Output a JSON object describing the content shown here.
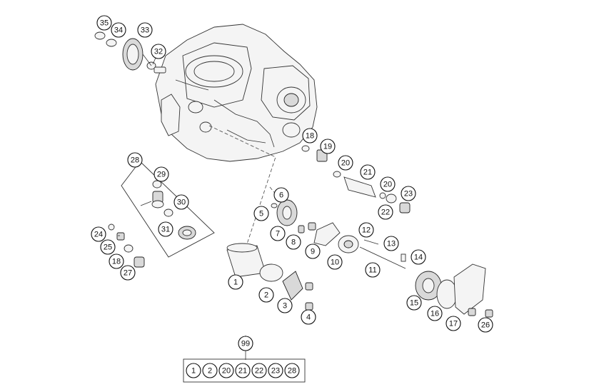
{
  "callouts": [
    {
      "label": "35"
    },
    {
      "label": "34"
    },
    {
      "label": "33"
    },
    {
      "label": "32"
    },
    {
      "label": "28"
    },
    {
      "label": "29"
    },
    {
      "label": "30"
    },
    {
      "label": "31"
    },
    {
      "label": "24"
    },
    {
      "label": "25"
    },
    {
      "label": "18"
    },
    {
      "label": "27"
    },
    {
      "label": "18"
    },
    {
      "label": "19"
    },
    {
      "label": "20"
    },
    {
      "label": "21"
    },
    {
      "label": "20"
    },
    {
      "label": "22"
    },
    {
      "label": "23"
    },
    {
      "label": "6"
    },
    {
      "label": "5"
    },
    {
      "label": "7"
    },
    {
      "label": "8"
    },
    {
      "label": "9"
    },
    {
      "label": "12"
    },
    {
      "label": "13"
    },
    {
      "label": "10"
    },
    {
      "label": "14"
    },
    {
      "label": "11"
    },
    {
      "label": "1"
    },
    {
      "label": "2"
    },
    {
      "label": "3"
    },
    {
      "label": "4"
    },
    {
      "label": "15"
    },
    {
      "label": "16"
    },
    {
      "label": "17"
    },
    {
      "label": "26"
    },
    {
      "label": "99"
    }
  ],
  "kit": {
    "label": "99",
    "items": [
      "1",
      "2",
      "20",
      "21",
      "22",
      "23",
      "28"
    ]
  }
}
